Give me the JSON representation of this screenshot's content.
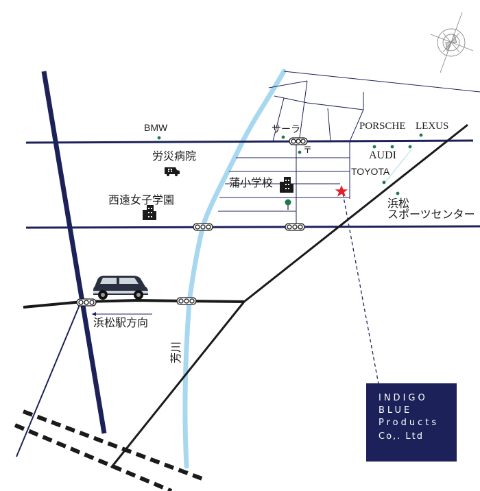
{
  "landmarks": {
    "bmw": "BMW",
    "porsche": "PORSCHE",
    "lexus": "LEXUS",
    "audi": "AUDI",
    "toyota": "TOYOTA",
    "sara": "サーラ",
    "post_office": "〒",
    "hospital": "労災病院",
    "primary_school": "蒲小学校",
    "girls_school": "西遠女子学園",
    "sports_center_line1": "浜松",
    "sports_center_line2": "スポーツセンター",
    "station_direction": "浜松駅方向",
    "river": "芳川"
  },
  "brand": {
    "line1": "INDIGO",
    "line2": "BLUE",
    "line3": "Products",
    "line4": "Co,. Ltd"
  },
  "colors": {
    "main_road": "#1c2259",
    "rail_and_diagonal": "#1a1a1a",
    "river": "#a8d8f0",
    "dots": "#1e7a4a",
    "destination_star": "#e0202a",
    "brand_box": "#1c2259"
  },
  "icons": {
    "destination": "star-icon",
    "compass": "compass-rose-icon",
    "car": "car-icon",
    "ambulance": "ambulance-icon",
    "school": "school-building-icon",
    "park": "tree-icon",
    "traffic_light": "traffic-light-icon"
  }
}
